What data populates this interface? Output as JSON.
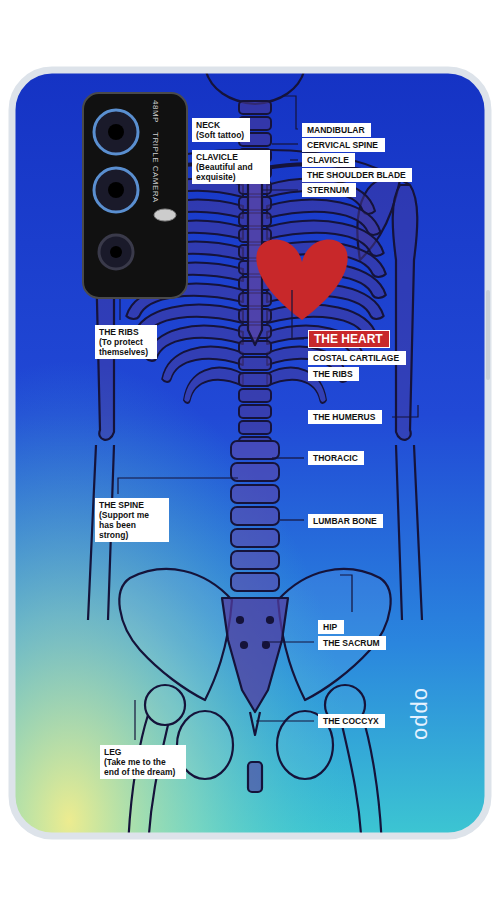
{
  "diagram": {
    "nodes": [
      {
        "text": [
          "NECK",
          "(Soft tattoo)"
        ]
      },
      {
        "text": [
          "CLAVICLE",
          "(Beautiful and exquisite)"
        ]
      },
      {
        "text": [
          "MANDIBULAR"
        ]
      },
      {
        "text": [
          "CERVICAL SPINE"
        ]
      },
      {
        "text": [
          "CLAVICLE"
        ]
      },
      {
        "text": [
          "THE SHOULDER BLADE"
        ]
      },
      {
        "text": [
          "STERNUM"
        ]
      },
      {
        "text": [
          "THE RIBS",
          "(To protect themselves)"
        ]
      },
      {
        "text": [
          "THE HEART"
        ]
      },
      {
        "text": [
          "COSTAL CARTILAGE"
        ]
      },
      {
        "text": [
          "THE RIBS"
        ]
      },
      {
        "text": [
          "THE HUMERUS"
        ]
      },
      {
        "text": [
          "THORACIC"
        ]
      },
      {
        "text": [
          "THE SPINE",
          "(Support me has been strong)"
        ]
      },
      {
        "text": [
          "LUMBAR BONE"
        ]
      },
      {
        "text": [
          "HIP"
        ]
      },
      {
        "text": [
          "THE SACRUM"
        ]
      },
      {
        "text": [
          "THE COCCYX"
        ]
      },
      {
        "text": [
          "LEG",
          "(Take me to the end of the dream)"
        ]
      }
    ],
    "labels": [
      "48MP",
      "TRIPLE CAMERA",
      "oppo"
    ]
  }
}
